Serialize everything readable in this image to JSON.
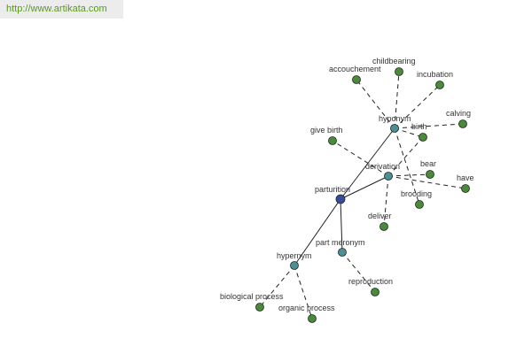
{
  "source_url": "http://www.artikata.com",
  "colors": {
    "root": "#3a4a9a",
    "relation": "#4e8e96",
    "term": "#4a8a3a",
    "stroke": "#1a2a1a"
  },
  "nodes": [
    {
      "id": "parturition",
      "label": "parturition",
      "kind": "root"
    },
    {
      "id": "hyponym",
      "label": "hyponym",
      "kind": "relation"
    },
    {
      "id": "derivation",
      "label": "derivation",
      "kind": "relation"
    },
    {
      "id": "part-meronym",
      "label": "part meronym",
      "kind": "relation"
    },
    {
      "id": "hypernym",
      "label": "hypernym",
      "kind": "relation"
    },
    {
      "id": "accouchement",
      "label": "accouchement",
      "kind": "term"
    },
    {
      "id": "childbearing",
      "label": "childbearing",
      "kind": "term"
    },
    {
      "id": "incubation",
      "label": "incubation",
      "kind": "term"
    },
    {
      "id": "calving",
      "label": "calving",
      "kind": "term"
    },
    {
      "id": "birth",
      "label": "birth",
      "kind": "term"
    },
    {
      "id": "give-birth",
      "label": "give birth",
      "kind": "term"
    },
    {
      "id": "bear",
      "label": "bear",
      "kind": "term"
    },
    {
      "id": "have",
      "label": "have",
      "kind": "term"
    },
    {
      "id": "brooding",
      "label": "brooding",
      "kind": "term"
    },
    {
      "id": "deliver",
      "label": "deliver",
      "kind": "term"
    },
    {
      "id": "reproduction",
      "label": "reproduction",
      "kind": "term"
    },
    {
      "id": "biological-process",
      "label": "biological process",
      "kind": "term"
    },
    {
      "id": "organic-process",
      "label": "organic process",
      "kind": "term"
    }
  ],
  "edges": [
    {
      "from": "parturition",
      "to": "hyponym",
      "style": "solid"
    },
    {
      "from": "parturition",
      "to": "derivation",
      "style": "solid"
    },
    {
      "from": "parturition",
      "to": "part-meronym",
      "style": "solid"
    },
    {
      "from": "parturition",
      "to": "hypernym",
      "style": "solid"
    },
    {
      "from": "hyponym",
      "to": "accouchement",
      "style": "dashed"
    },
    {
      "from": "hyponym",
      "to": "childbearing",
      "style": "dashed"
    },
    {
      "from": "hyponym",
      "to": "incubation",
      "style": "dashed"
    },
    {
      "from": "hyponym",
      "to": "calving",
      "style": "dashed"
    },
    {
      "from": "hyponym",
      "to": "birth",
      "style": "dashed"
    },
    {
      "from": "hyponym",
      "to": "brooding",
      "style": "dashed"
    },
    {
      "from": "derivation",
      "to": "give-birth",
      "style": "dashed"
    },
    {
      "from": "derivation",
      "to": "bear",
      "style": "dashed"
    },
    {
      "from": "derivation",
      "to": "have",
      "style": "dashed"
    },
    {
      "from": "derivation",
      "to": "deliver",
      "style": "dashed"
    },
    {
      "from": "derivation",
      "to": "birth",
      "style": "dashed"
    },
    {
      "from": "part-meronym",
      "to": "reproduction",
      "style": "dashed"
    },
    {
      "from": "hypernym",
      "to": "biological-process",
      "style": "dashed"
    },
    {
      "from": "hypernym",
      "to": "organic-process",
      "style": "dashed"
    }
  ]
}
